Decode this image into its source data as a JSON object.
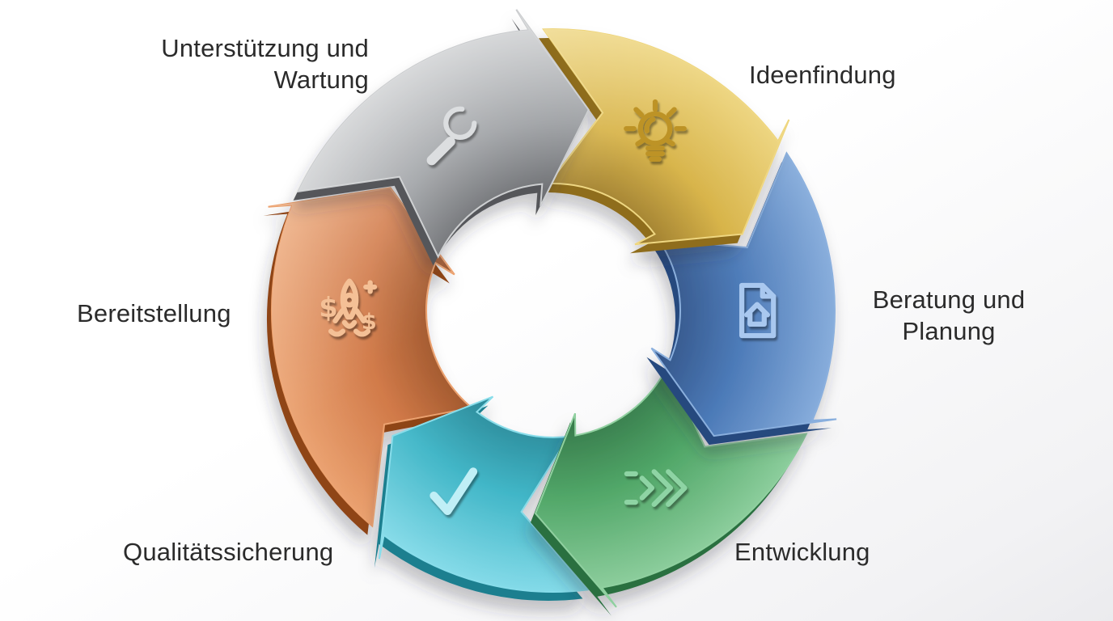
{
  "diagram": {
    "type": "cycle",
    "direction": "clockwise",
    "background": "#ffffff",
    "label_color": "#2b2b2b",
    "segments": [
      {
        "id": "unterstuetzung-und-wartung",
        "label": "Unterstützung und Wartung",
        "icon": "wrench-icon",
        "color": "#909397",
        "color_light": "#c9cbcd",
        "color_dark": "#54565a",
        "icon_color": "#dcdee0"
      },
      {
        "id": "ideenfindung",
        "label": "Ideenfindung",
        "icon": "lightbulb-icon",
        "color": "#d5af3e",
        "color_light": "#eed57c",
        "color_dark": "#8f6d1d",
        "icon_color": "#bd9326"
      },
      {
        "id": "beratung-und-planung",
        "label": "Beratung und Planung",
        "icon": "document-home-icon",
        "color": "#4575b5",
        "color_light": "#88aedd",
        "color_dark": "#27497e",
        "icon_color": "#a9c8ef"
      },
      {
        "id": "entwicklung",
        "label": "Entwicklung",
        "icon": "chevrons-icon",
        "color": "#4ba463",
        "color_light": "#8ecf9e",
        "color_dark": "#2a6f3f",
        "icon_color": "#8ed4a4"
      },
      {
        "id": "qualitaetssicherung",
        "label": "Qualitätssicherung",
        "icon": "checkmark-icon",
        "color": "#38b3c5",
        "color_light": "#85dcea",
        "color_dark": "#1d7f8f",
        "icon_color": "#c0eff6"
      },
      {
        "id": "bereitstellung",
        "label": "Bereitstellung",
        "icon": "rocket-dollar-icon",
        "color": "#cd6f3a",
        "color_light": "#eb9e69",
        "color_dark": "#8f4519",
        "icon_color": "#f4c096"
      }
    ]
  }
}
